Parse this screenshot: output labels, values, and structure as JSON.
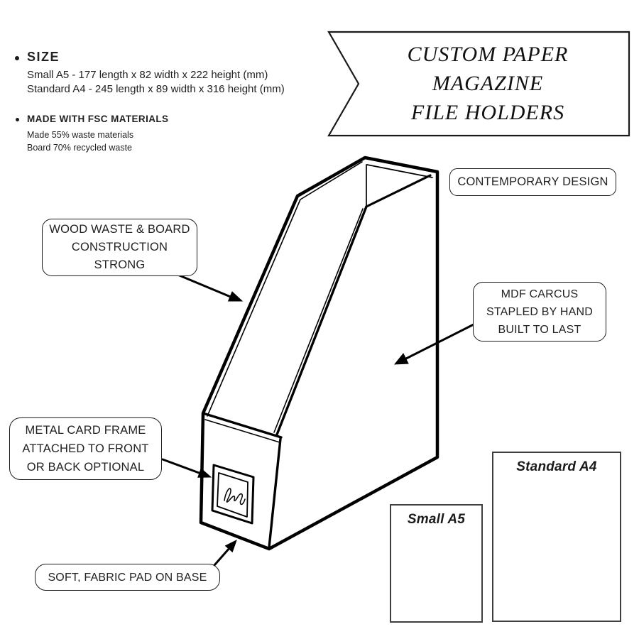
{
  "page": {
    "background_color": "#ffffff",
    "line_color": "#000000",
    "text_color": "#1a1a1a"
  },
  "info": {
    "size": {
      "heading": "SIZE",
      "lines": [
        "Small A5 - 177 length x 82 width x 222 height (mm)",
        "Standard A4 - 245 length x 89 width x 316 height (mm)"
      ]
    },
    "materials": {
      "heading": "MADE WITH FSC MATERIALS",
      "lines": [
        "Made 55% waste materials",
        "Board 70% recycled waste"
      ]
    }
  },
  "banner": {
    "lines": [
      "CUSTOM PAPER",
      "MAGAZINE",
      "FILE HOLDERS"
    ]
  },
  "callouts": {
    "contemporary_design": {
      "lines": [
        "CONTEMPORARY DESIGN"
      ]
    },
    "wood_waste": {
      "lines": [
        "WOOD WASTE & BOARD",
        "CONSTRUCTION",
        "STRONG"
      ]
    },
    "mdf_carcus": {
      "lines": [
        "MDF CARCUS",
        "STAPLED BY HAND",
        "BUILT TO LAST"
      ]
    },
    "metal_card_frame": {
      "lines": [
        "METAL CARD FRAME",
        "ATTACHED TO FRONT",
        "OR BACK OPTIONAL"
      ]
    },
    "fabric_pad": {
      "lines": [
        "SOFT, FABRIC PAD ON BASE"
      ]
    }
  },
  "size_samples": {
    "small": {
      "label": "Small A5"
    },
    "standard": {
      "label": "Standard A4"
    }
  }
}
